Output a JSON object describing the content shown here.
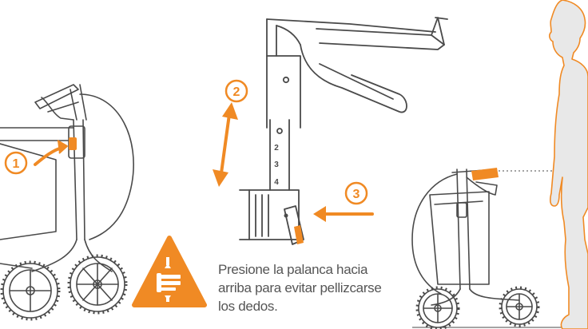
{
  "steps": [
    {
      "number": "1"
    },
    {
      "number": "2"
    },
    {
      "number": "3"
    }
  ],
  "scale_marks": [
    "2",
    "3",
    "4"
  ],
  "caption": {
    "line1": "Presione la palanca hacia",
    "line2": "arriba para evitar pellizcarse",
    "line3": "los dedos."
  },
  "colors": {
    "accent": "#F08A24",
    "line": "#4A4A4A",
    "text": "#555555"
  },
  "icons": {
    "warning": "pinch-warning-icon"
  }
}
